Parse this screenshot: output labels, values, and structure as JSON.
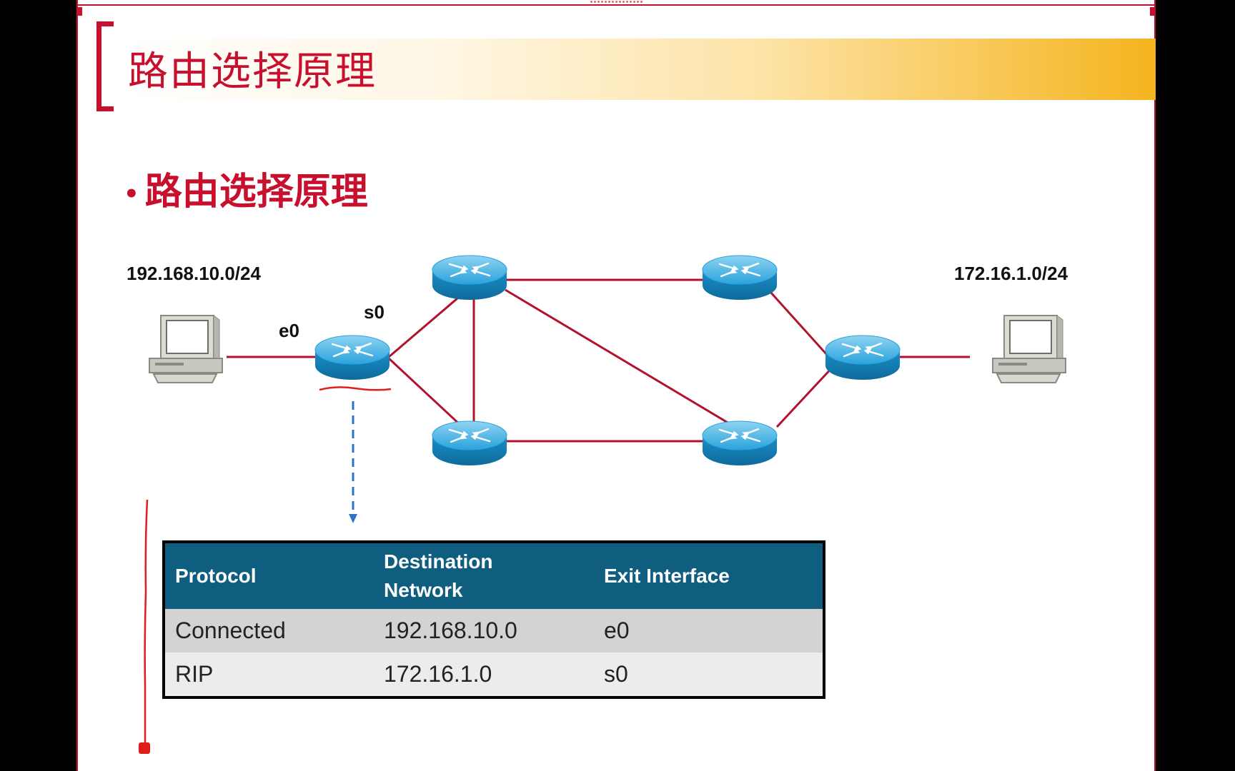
{
  "slide": {
    "title": "路由选择原理",
    "subtitle": "路由选择原理",
    "bullet": "•"
  },
  "network": {
    "left_network": "192.168.10.0/24",
    "right_network": "172.16.1.0/24",
    "interface_e0": "e0",
    "interface_s0": "s0"
  },
  "routing_table": {
    "headers": {
      "protocol": "Protocol",
      "destination_line1": "Destination",
      "destination_line2": "Network",
      "exit_interface": "Exit Interface"
    },
    "rows": [
      {
        "protocol": "Connected",
        "destination": "192.168.10.0",
        "exit_interface": "e0"
      },
      {
        "protocol": "RIP",
        "destination": "172.16.1.0",
        "exit_interface": "s0"
      }
    ]
  },
  "colors": {
    "accent_red": "#c8102e",
    "table_header": "#0f5e80",
    "router_blue": "#1b9ad6",
    "link_red": "#b3122e"
  },
  "icons": [
    "router-icon",
    "pc-icon",
    "down-arrow-icon"
  ]
}
